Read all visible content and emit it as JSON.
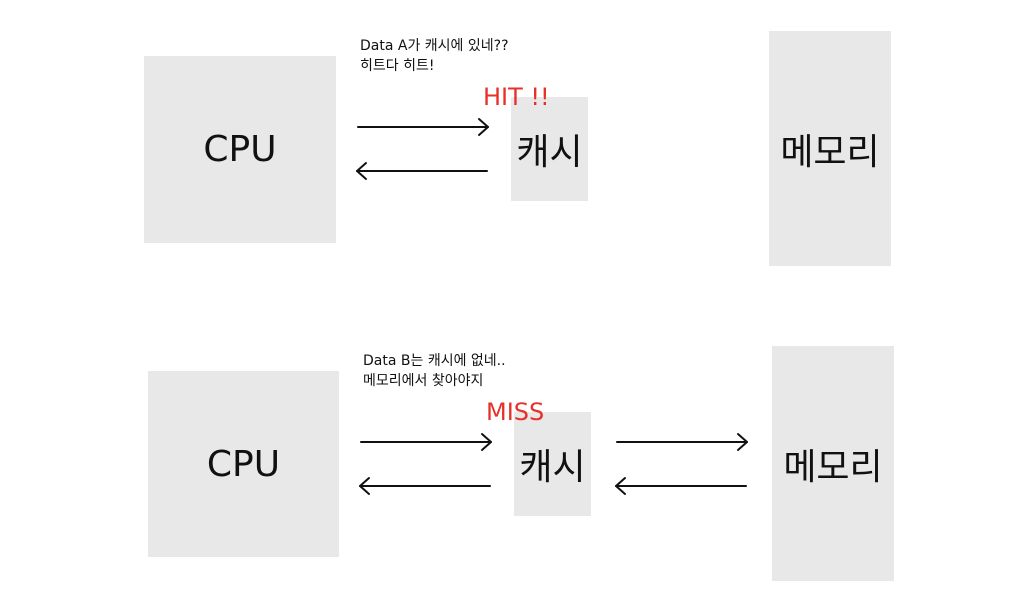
{
  "colors": {
    "box_fill": "#e8e8e8",
    "status": "#e8302a",
    "arrow": "#111111"
  },
  "hit_scenario": {
    "cpu_label": "CPU",
    "cache_label": "캐시",
    "memory_label": "메모리",
    "note_line1": "Data A가 캐시에 있네??",
    "note_line2": "히트다 히트!",
    "status": "HIT !!"
  },
  "miss_scenario": {
    "cpu_label": "CPU",
    "cache_label": "캐시",
    "memory_label": "메모리",
    "note_line1": "Data B는 캐시에 없네..",
    "note_line2": "메모리에서 찾아야지",
    "status": "MISS"
  }
}
